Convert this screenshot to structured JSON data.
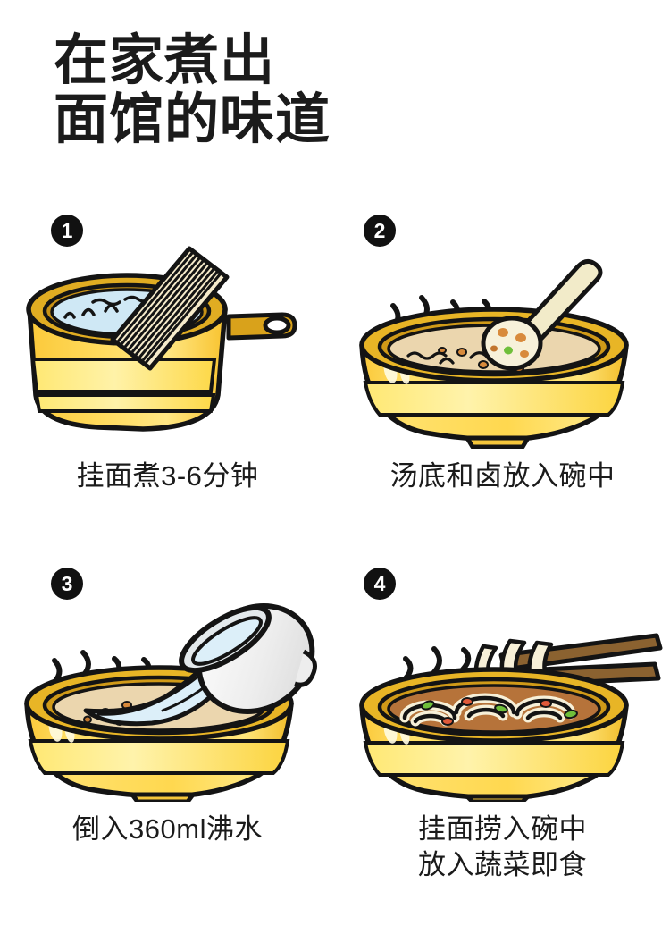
{
  "title": {
    "line1": "在家煮出",
    "line2": "面馆的味道"
  },
  "colors": {
    "ink": "#1b1b1b",
    "badge_bg": "#111111",
    "badge_text": "#ffffff",
    "bowl_body": "#FDD043",
    "bowl_body_light": "#FFE97A",
    "bowl_rim": "#D9A21B",
    "bowl_rim_dark": "#C08F16",
    "water_blue": "#CFE8F5",
    "broth_tan": "#E8D2A8",
    "broth_brown": "#B6733A",
    "noodle_cream": "#F6EFD8",
    "chopstick_brown": "#8B6230",
    "kettle_white": "#F4F4F4",
    "veg_green": "#6FBF3A",
    "veg_orange": "#E08A36",
    "veg_red": "#E05A3A"
  },
  "steps": [
    {
      "number": "1",
      "badge_label": "❶",
      "caption_lines": [
        "挂面煮3-6分钟"
      ],
      "art": "pot-with-dried-noodles",
      "art_description": "黄色汤锅，蓝色热水，一把挂面斜插入锅中"
    },
    {
      "number": "2",
      "badge_label": "❷",
      "caption_lines": [
        "汤底和卤放入碗中"
      ],
      "art": "bowl-with-soup-base-and-spoon",
      "art_description": "黄色面碗，米色汤底，勺子盛调料，冒热气"
    },
    {
      "number": "3",
      "badge_label": "❸",
      "caption_lines": [
        "倒入360ml沸水"
      ],
      "art": "bowl-with-pouring-water",
      "art_description": "白色水杯向碗中倒入蓝色沸水，冒热气"
    },
    {
      "number": "4",
      "badge_label": "❹",
      "caption_lines": [
        "挂面捞入碗中",
        "放入蔬菜即食"
      ],
      "art": "bowl-with-noodles-and-chopsticks",
      "art_description": "黄色面碗盛满面条与蔬菜，筷子夹起面条，冒热气"
    }
  ]
}
